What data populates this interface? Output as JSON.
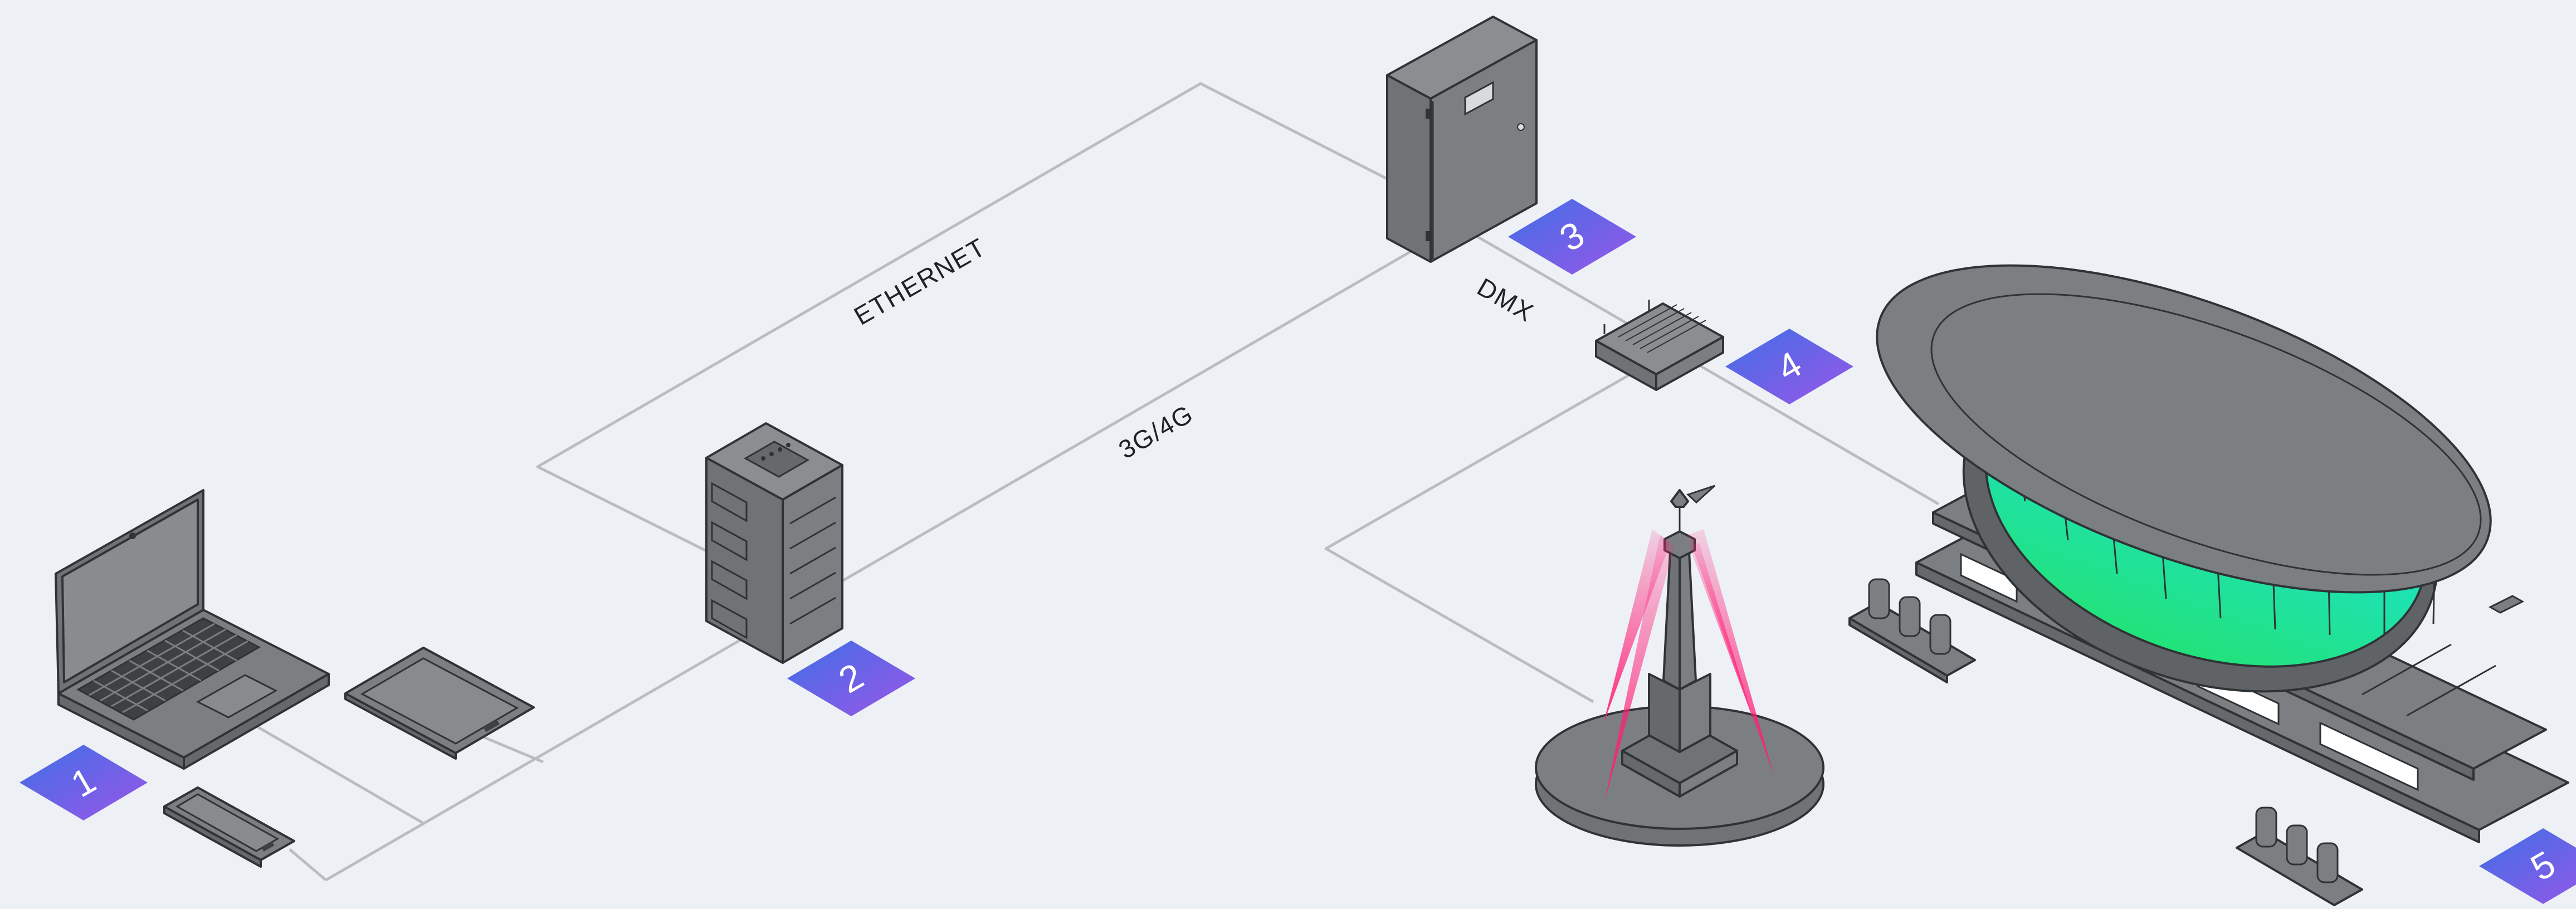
{
  "links": {
    "ethernet": "ETHERNET",
    "cellular": "3G/4G",
    "dmx": "DMX"
  },
  "badges": [
    "1",
    "2",
    "3",
    "4",
    "5"
  ],
  "colors": {
    "background": "#edf1f6",
    "device_gray": "#7b7f82",
    "badge_start": "#3f6fe6",
    "badge_end": "#9a56e8",
    "beam_pink": "#ff1f76",
    "led_cyan": "#19e3f0",
    "led_green": "#22e27a"
  },
  "icons": [
    "laptop-icon",
    "tablet-icon",
    "smartphone-icon",
    "server-rack-icon",
    "control-cabinet-icon",
    "dmx-controller-icon",
    "monument-icon",
    "stadium-icon",
    "floodlight-icon"
  ]
}
